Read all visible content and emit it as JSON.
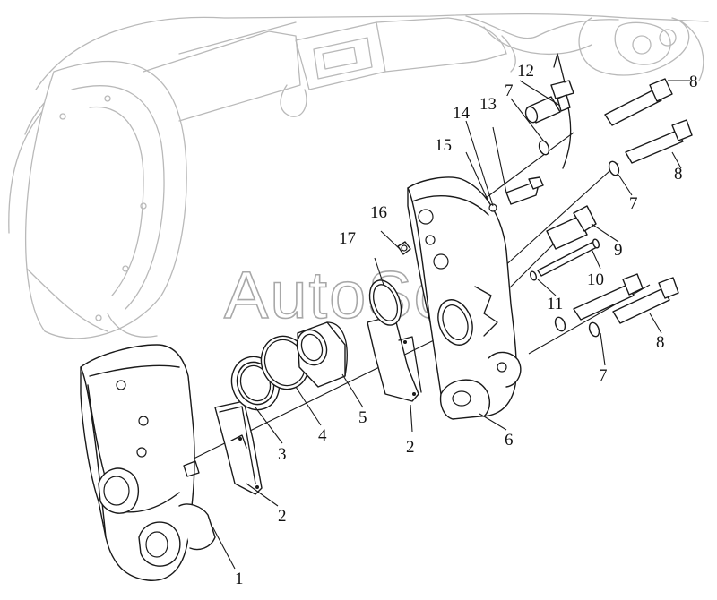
{
  "watermark": "AutoSoft",
  "callouts": {
    "c1": "1",
    "c2a": "2",
    "c2b": "2",
    "c3": "3",
    "c4": "4",
    "c5": "5",
    "c6": "6",
    "c7a": "7",
    "c7b": "7",
    "c7c": "7",
    "c8a": "8",
    "c8b": "8",
    "c8c": "8",
    "c9": "9",
    "c10": "10",
    "c11": "11",
    "c12": "12",
    "c13": "13",
    "c14": "14",
    "c15": "15",
    "c16": "16",
    "c17": "17"
  }
}
